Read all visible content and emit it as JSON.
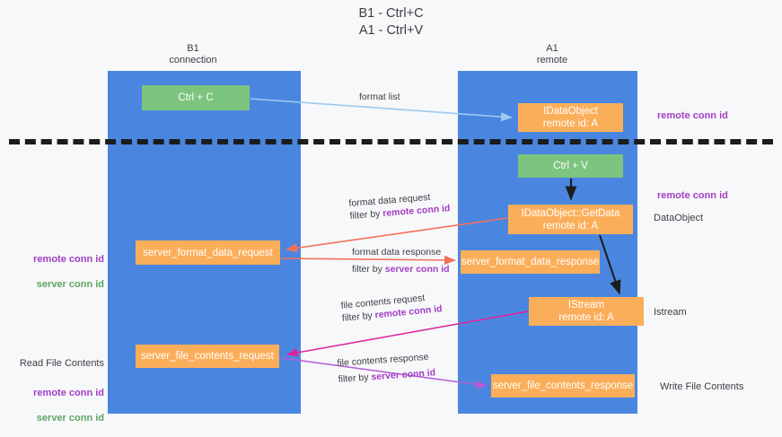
{
  "title": "B1 - Ctrl+C\nA1 - Ctrl+V",
  "columns": {
    "left": "B1\nconnection",
    "right": "A1\nremote"
  },
  "nodes": {
    "ctrl_c": "Ctrl + C",
    "idataobject": "IDataObject\nremote id: A",
    "ctrl_v": "Ctrl + V",
    "getdata": "IDataObject::GetData\nremote id: A",
    "server_format_data_request": "server_format_data_request",
    "server_format_data_response": "server_format_data_response",
    "istream": "IStream\nremote id: A",
    "server_file_contents_request": "server_file_contents_request",
    "server_file_contents_response": "server_file_contents_response"
  },
  "edges": {
    "format_list": "format list",
    "format_data_request": "format data request",
    "format_data_request_filter_prefix": "filter by ",
    "format_data_request_filter_key": "remote conn id",
    "format_data_response": "format data response",
    "format_data_response_filter_prefix": "filter by ",
    "format_data_response_filter_key": "server conn id",
    "file_contents_request": "file contents request",
    "file_contents_request_filter_prefix": "filter by ",
    "file_contents_request_filter_key": "remote conn id",
    "file_contents_response": "file contents response",
    "file_contents_response_filter_prefix": "filter by ",
    "file_contents_response_filter_key": "server conn id"
  },
  "annotations": {
    "remote_conn_id_top": "remote conn id",
    "remote_conn_id_mid": "remote conn id",
    "dataobject": "DataObject",
    "istream": "Istream",
    "write_file_contents": "Write File Contents",
    "read_file_contents": "Read File Contents",
    "left_remote_conn_id": "remote conn id",
    "left_server_conn_id": "server conn id",
    "left_bottom_remote_conn_id": "remote conn id",
    "left_bottom_server_conn_id": "server conn id"
  },
  "colors": {
    "lane": "#4a86e0",
    "green_node": "#7dc47f",
    "orange_node": "#fbae5a",
    "purple_text": "#a33ec4",
    "green_text": "#5fa463",
    "arrow_light_blue": "#9ec9ef",
    "arrow_red": "#f2705a",
    "arrow_magenta": "#e0219a",
    "arrow_violet": "#b45bd6",
    "arrow_black": "#1c1c1c",
    "divider": "#1c1c1c",
    "background": "#f7f8fa"
  }
}
